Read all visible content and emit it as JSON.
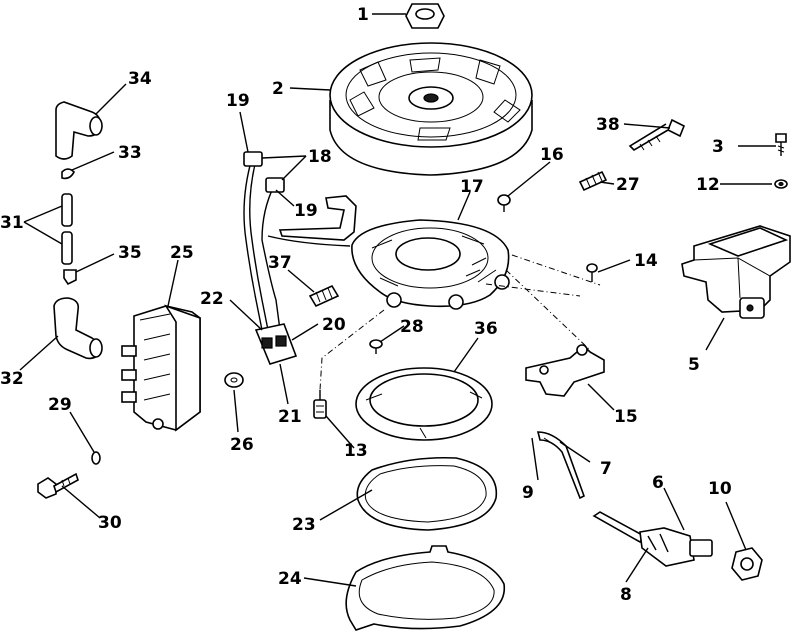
{
  "parts": [
    {
      "id": "1"
    },
    {
      "id": "2"
    },
    {
      "id": "3"
    },
    {
      "id": "5"
    },
    {
      "id": "6"
    },
    {
      "id": "7"
    },
    {
      "id": "8"
    },
    {
      "id": "9"
    },
    {
      "id": "10"
    },
    {
      "id": "12"
    },
    {
      "id": "13"
    },
    {
      "id": "14"
    },
    {
      "id": "15"
    },
    {
      "id": "16"
    },
    {
      "id": "17"
    },
    {
      "id": "18"
    },
    {
      "id": "19"
    },
    {
      "id": "19"
    },
    {
      "id": "20"
    },
    {
      "id": "21"
    },
    {
      "id": "22"
    },
    {
      "id": "23"
    },
    {
      "id": "24"
    },
    {
      "id": "25"
    },
    {
      "id": "26"
    },
    {
      "id": "27"
    },
    {
      "id": "28"
    },
    {
      "id": "29"
    },
    {
      "id": "30"
    },
    {
      "id": "31"
    },
    {
      "id": "32"
    },
    {
      "id": "33"
    },
    {
      "id": "34"
    },
    {
      "id": "35"
    },
    {
      "id": "36"
    },
    {
      "id": "37"
    },
    {
      "id": "38"
    }
  ]
}
